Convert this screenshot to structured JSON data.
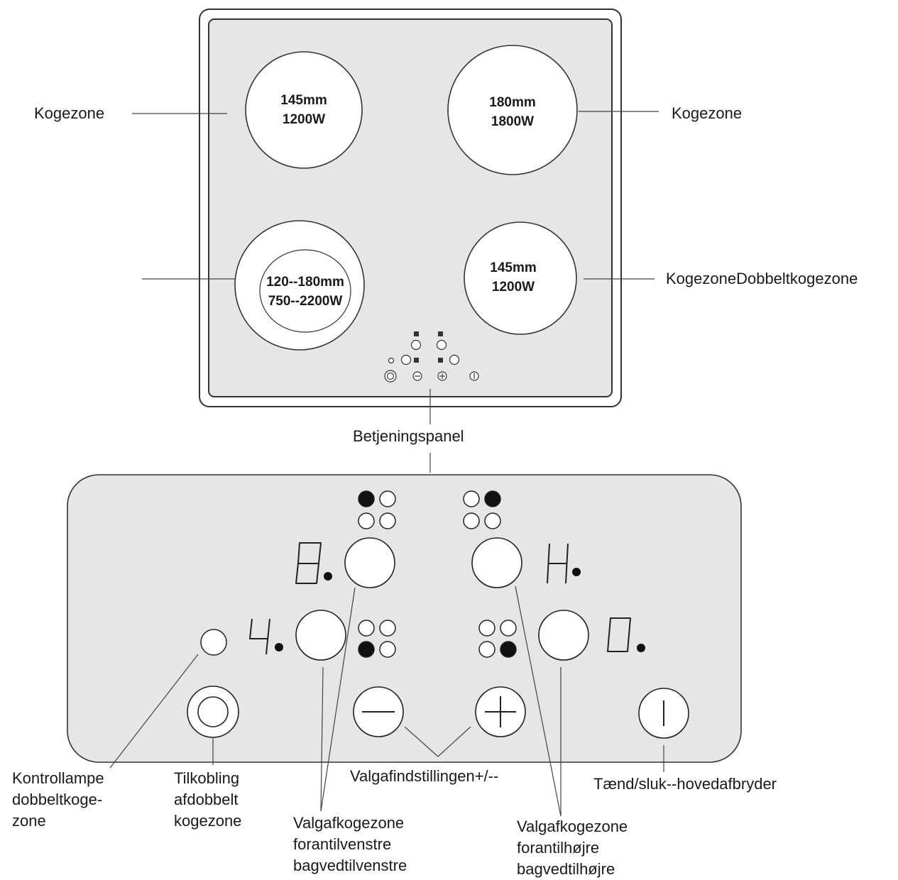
{
  "cooktop": {
    "zones": [
      {
        "size": "145mm",
        "power": "1200W"
      },
      {
        "size": "180mm",
        "power": "1800W"
      },
      {
        "size": "120--180mm",
        "power": "750--2200W"
      },
      {
        "size": "145mm",
        "power": "1200W"
      }
    ]
  },
  "labels": {
    "zone_top_left": "Kogezone",
    "zone_top_right": "Kogezone",
    "zone_bottom_right": "KogezoneDobbeltkogezone",
    "control_panel": "Betjeningspanel",
    "indicator_lamp": [
      "Kontrollampe",
      "dobbeltkoge-",
      "zone"
    ],
    "double_zone_switch": [
      "Tilkobling",
      "afdobbelt",
      "kogezone"
    ],
    "plus_minus": "Valgafindstillingen+/--",
    "power_switch": "Tænd/sluk--hovedafbryder",
    "select_left": [
      "Valgafkogezone",
      "forantilvenstre",
      "bagvedtilvenstre"
    ],
    "select_right": [
      "Valgafkogezone",
      "forantilhøjre",
      "bagvedtilhøjre"
    ]
  },
  "displays": [
    {
      "digit": "8",
      "position": "rear-left"
    },
    {
      "digit": "H",
      "position": "rear-right"
    },
    {
      "digit": "4",
      "position": "front-left"
    },
    {
      "digit": "0",
      "position": "front-right"
    }
  ],
  "icons": [
    "zone-select-button",
    "minus-icon",
    "plus-icon",
    "power-icon",
    "double-zone-icon",
    "indicator-lamp"
  ]
}
